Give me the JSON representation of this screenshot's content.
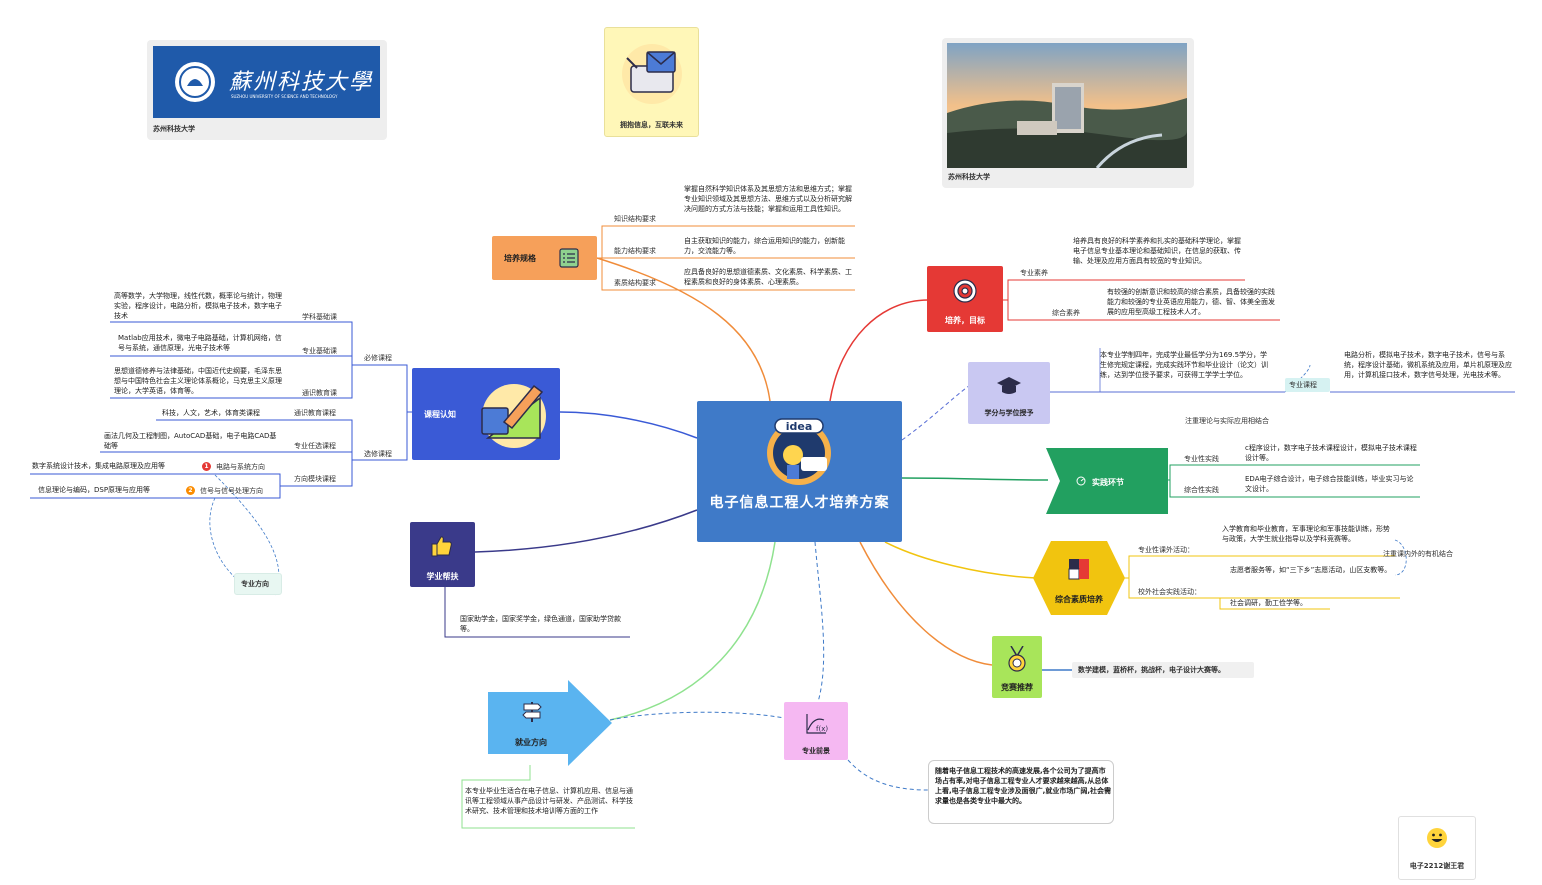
{
  "center": {
    "title": "电子信息工程人才培养方案",
    "icon": "idea-person-icon",
    "color": "#3f7ac8"
  },
  "logo_card": {
    "caption": "苏州科技大学",
    "logo_text": "蘇州科技大學",
    "logo_subtext": "SUZHOU UNIVERSITY OF SCIENCE AND TECHNOLOGY"
  },
  "slogan_card": {
    "caption": "拥抱信息，互联未来"
  },
  "photo_card": {
    "caption": "苏州科技大学"
  },
  "author_card": {
    "caption": "电子2212谢王君"
  },
  "training_spec": {
    "title": "培养规格",
    "items": [
      {
        "label": "知识结构要求",
        "text": "掌握自然科学知识体系及其思想方法和思维方式；掌握专业知识领域及其思想方法、思维方式以及分析研究解决问题的方式方法与技能；掌握和运用工具性知识。"
      },
      {
        "label": "能力结构要求",
        "text": "自主获取知识的能力，综合运用知识的能力，创新能力，交流能力等。"
      },
      {
        "label": "素质结构要求",
        "text": "应具备良好的思想道德素质、文化素质、科学素质、工程素质和良好的身体素质、心理素质。"
      }
    ]
  },
  "goal": {
    "title": "培养，目标",
    "items": [
      {
        "label": "专业素养",
        "text": "培养具有良好的科学素养和扎实的基础科学理论，掌握电子信息专业基本理论和基础知识，在信息的获取、传输、处理及应用方面具有较宽的专业知识。"
      },
      {
        "label": "综合素养",
        "text": "有较强的创新意识和较高的综合素质，具备较强的实践能力和较强的专业英语应用能力，德、智、体美全面发展的应用型高级工程技术人才。"
      }
    ]
  },
  "degree": {
    "title": "学分与学位授予",
    "text": "本专业学制四年，完成学业最低学分为169.5学分，学生修完规定课程，完成实践环节和毕业设计（论文）训练，达到学位授予要求，可获得工学学士学位。",
    "sub_label": "专业课程",
    "sub_text": "电路分析，模拟电子技术，数字电子技术，信号与系统，程序设计基础，微机系统及应用，单片机原理及应用，计算机接口技术，数字信号处理，光电技术等。"
  },
  "practice": {
    "title": "实践环节",
    "note": "注重理论与实际应用相结合",
    "items": [
      {
        "label": "专业性实践",
        "text": "c程序设计，数字电子技术课程设计，模拟电子技术课程设计等。"
      },
      {
        "label": "综合性实践",
        "text": "EDA电子综合设计，电子综合技能训练，毕业实习与论文设计。"
      }
    ]
  },
  "quality": {
    "title": "综合素质培养",
    "note": "注重课内外的有机结合",
    "items": [
      {
        "label": "专业性课外活动：",
        "text": "入学教育和毕业教育，军事理论和军事技能训练，形势与政策，大学生就业指导以及学科竞赛等。"
      },
      {
        "label": "校外社会实践活动：",
        "text": "志愿者服务等，如“三下乡”志愿活动，山区支教等。"
      },
      {
        "label": "",
        "text": "社会调研，勤工俭学等。"
      }
    ]
  },
  "contest": {
    "title": "竞赛推荐",
    "text": "数学建模，蓝桥杯，挑战杯，电子设计大赛等。"
  },
  "prospect": {
    "title": "专业前景",
    "text": "随着电子信息工程技术的高速发展,各个公司为了提高市场占有率,对电子信息工程专业人才要求越来越高,从总体上看,电子信息工程专业涉及面很广,就业市场广阔,社会需求量也是各类专业中最大的。"
  },
  "career": {
    "title": "就业方向",
    "text": "本专业毕业生适合在电子信息、计算机应用、信息与通讯等工程领域从事产品设计与研发、产品测试、科学技术研究、技术管理和技术培训等方面的工作"
  },
  "scholarship": {
    "title": "学业帮扶",
    "text": "国家助学金，国家奖学金，绿色通道，国家助学贷款等。"
  },
  "courses": {
    "title": "课程认知",
    "required_label": "必修课程",
    "elective_label": "选修课程",
    "required": [
      {
        "label": "学科基础课",
        "text": "高等数学，大学物理，线性代数，概率论与统计，物理实验，程序设计，电路分析，模拟电子技术，数字电子技术"
      },
      {
        "label": "专业基础课",
        "text": "Matlab应用技术，微电子电路基础，计算机网络，信号与系统，通信原理，光电子技术等"
      },
      {
        "label": "通识教育课",
        "text": "思想道德修养与法律基础，中国近代史纲要，毛泽东思想与中国特色社会主义理论体系概论，马克思主义原理理论，大学英语，体育等。"
      }
    ],
    "elective": [
      {
        "label": "通识教育课程",
        "text": "科技，人文，艺术，体育类课程"
      },
      {
        "label": "专业任选课程",
        "text": "画法几何及工程制图，AutoCAD基础，电子电路CAD基础等"
      },
      {
        "label": "方向模块课程",
        "text": ""
      }
    ],
    "directions": [
      {
        "num": "1",
        "label": "电路与系统方向",
        "text": "数字系统设计技术，集成电路原理及应用等",
        "color": "#e53935"
      },
      {
        "num": "2",
        "label": "信号与信号处理方向",
        "text": "信息理论与编码，DSP原理与应用等",
        "color": "#fb8c00"
      }
    ],
    "direction_note": "专业方向"
  }
}
